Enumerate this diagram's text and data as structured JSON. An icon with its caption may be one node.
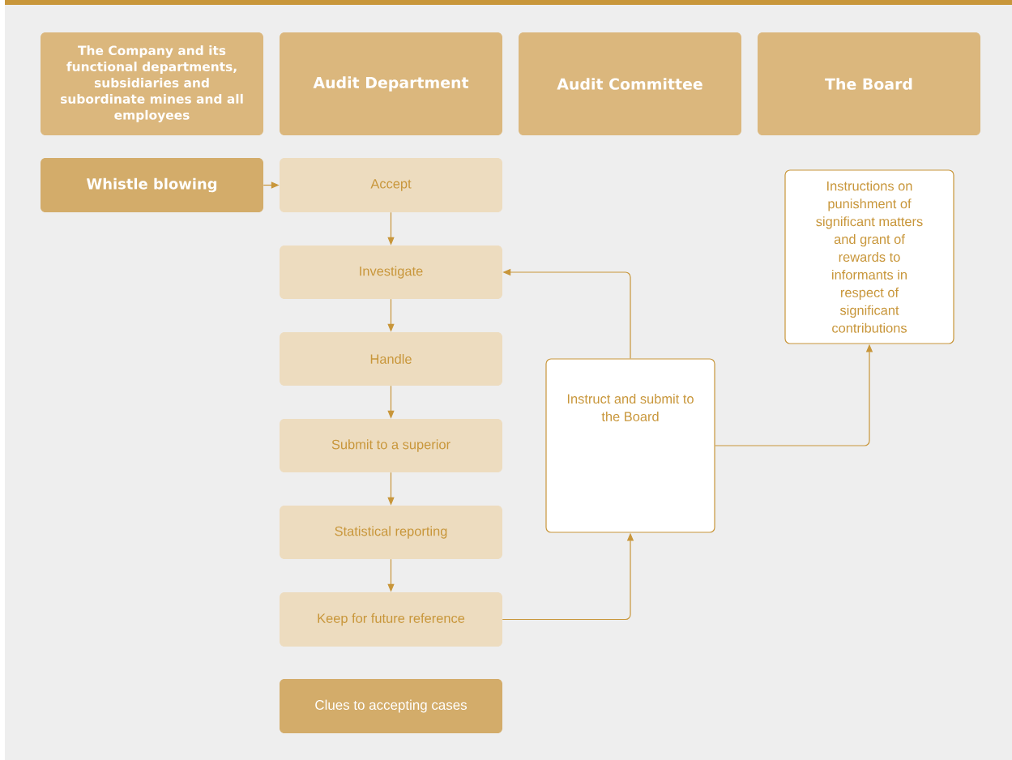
{
  "diagram": {
    "nodes": [
      {
        "text": [
          "The Company and its functional departments, subsidiaries and subordinate mines and all employees"
        ]
      },
      {
        "text": [
          "Audit Department"
        ]
      },
      {
        "text": [
          "Audit Committee"
        ]
      },
      {
        "text": [
          "The Board"
        ]
      },
      {
        "text": [
          "Whistle blowing"
        ]
      },
      {
        "text": [
          "Accept"
        ]
      },
      {
        "text": [
          "Investigate"
        ]
      },
      {
        "text": [
          "Handle"
        ]
      },
      {
        "text": [
          "Submit to a superior"
        ]
      },
      {
        "text": [
          "Statistical reporting"
        ]
      },
      {
        "text": [
          "Keep for future reference"
        ]
      },
      {
        "text": [
          "Instruct and submit to the Board"
        ]
      },
      {
        "text": [
          "Instructions on punishment of significant matters and grant of rewards to informants in respect of significant contributions"
        ]
      },
      {
        "text": [
          "Clues to accepting cases"
        ]
      }
    ],
    "edges": [
      {
        "from": 4,
        "to": 5,
        "arrow": "to"
      },
      {
        "from": 5,
        "to": 6,
        "arrow": "to"
      },
      {
        "from": 6,
        "to": 7,
        "arrow": "to"
      },
      {
        "from": 7,
        "to": 8,
        "arrow": "to"
      },
      {
        "from": 8,
        "to": 9,
        "arrow": "to"
      },
      {
        "from": 9,
        "to": 10,
        "arrow": "to"
      },
      {
        "from": 10,
        "to": 11,
        "arrow": "to"
      },
      {
        "from": 11,
        "to": 6,
        "arrow": "to"
      },
      {
        "from": 11,
        "to": 12,
        "arrow": "to"
      }
    ]
  }
}
